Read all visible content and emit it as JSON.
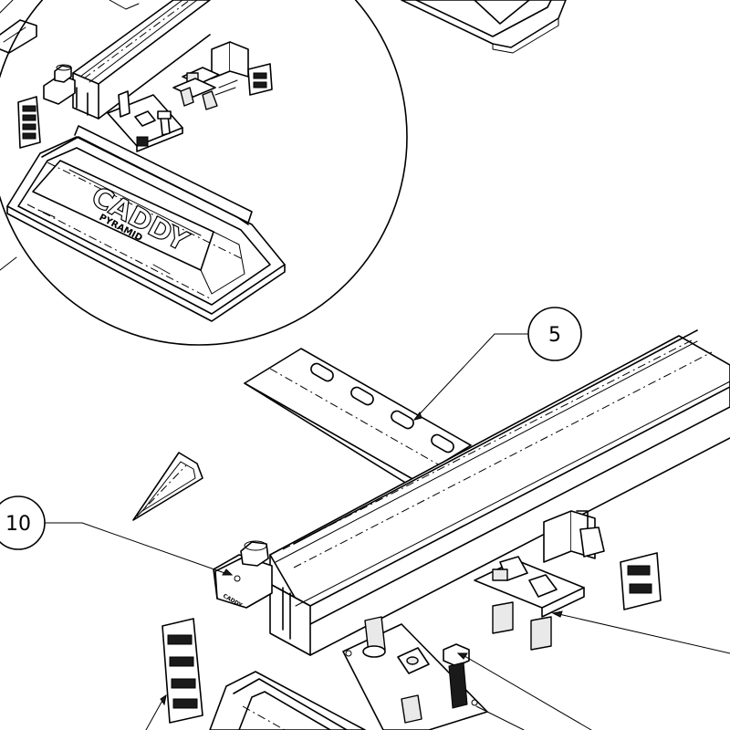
{
  "callouts": [
    {
      "label": "5"
    },
    {
      "label": "10"
    }
  ],
  "base_marking": {
    "brand": "CADDY",
    "model": "PYRAMID"
  }
}
